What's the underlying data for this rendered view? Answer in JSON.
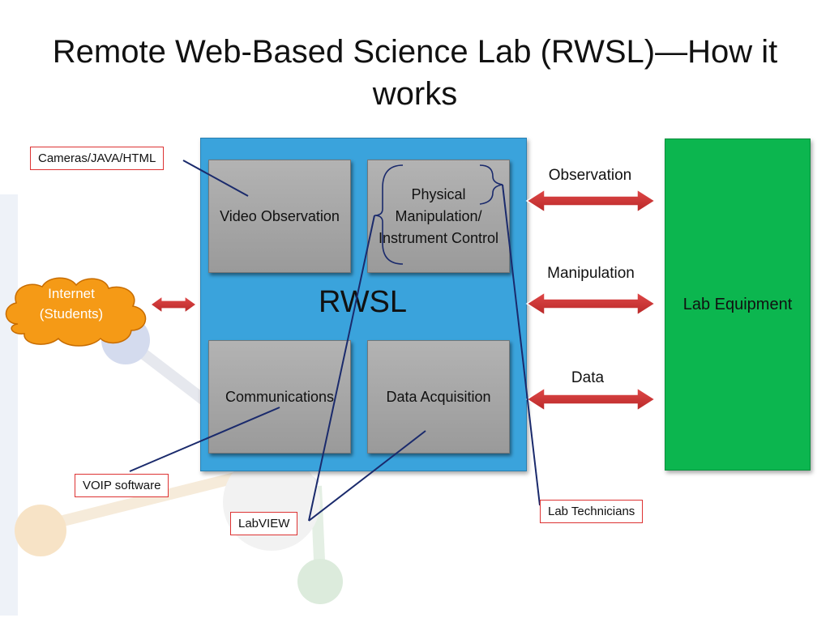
{
  "title": "Remote Web-Based Science Lab (RWSL)—How it works",
  "rwsl": {
    "label": "RWSL",
    "modules": {
      "video": "Video Observation",
      "physical": "Physical Manipulation/ Instrument Control",
      "communications": "Communications",
      "data_acquisition": "Data Acquisition"
    }
  },
  "lab_equipment": "Lab Equipment",
  "arrows": {
    "observation": "Observation",
    "manipulation": "Manipulation",
    "data": "Data"
  },
  "internet": "Internet (Students)",
  "callouts": {
    "cameras": "Cameras/JAVA/HTML",
    "voip": "VOIP software",
    "labview": "LabVIEW",
    "lab_technicians": "Lab Technicians"
  },
  "colors": {
    "rwsl_panel": "#3aa3dc",
    "module": "#a8a8a8",
    "lab_equipment": "#0cb64f",
    "arrow": "#d23a3a",
    "cloud": "#f59a16",
    "connector": "#1a2a6c",
    "callout_border": "#dd3333"
  }
}
